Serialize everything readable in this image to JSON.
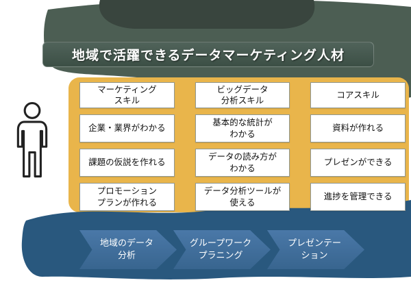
{
  "title": "地域で活躍できるデータマーケティング人材",
  "colors": {
    "green_background": "#4c5e53",
    "ribbon_dark_green": "#39453e",
    "orange_panel": "#e9b54b",
    "blue_wave": "#29587e",
    "blue_arrow": "#41719c",
    "box_border": "#8f9894"
  },
  "columns": [
    {
      "header": "マーケティング\nスキル",
      "items": [
        "企業・業界がわかる",
        "課題の仮説を作れる",
        "プロモーション\nプランが作れる"
      ]
    },
    {
      "header": "ビッグデータ\n分析スキル",
      "items": [
        "基本的な統計が\nわかる",
        "データの読み方が\nわかる",
        "データ分析ツールが\n使える"
      ]
    },
    {
      "header": "コアスキル",
      "items": [
        "資料が作れる",
        "プレゼンができる",
        "進捗を管理できる"
      ]
    }
  ],
  "process_steps": [
    "地域のデータ\n分析",
    "グループワーク\nプラニング",
    "プレゼンテー\nション"
  ]
}
